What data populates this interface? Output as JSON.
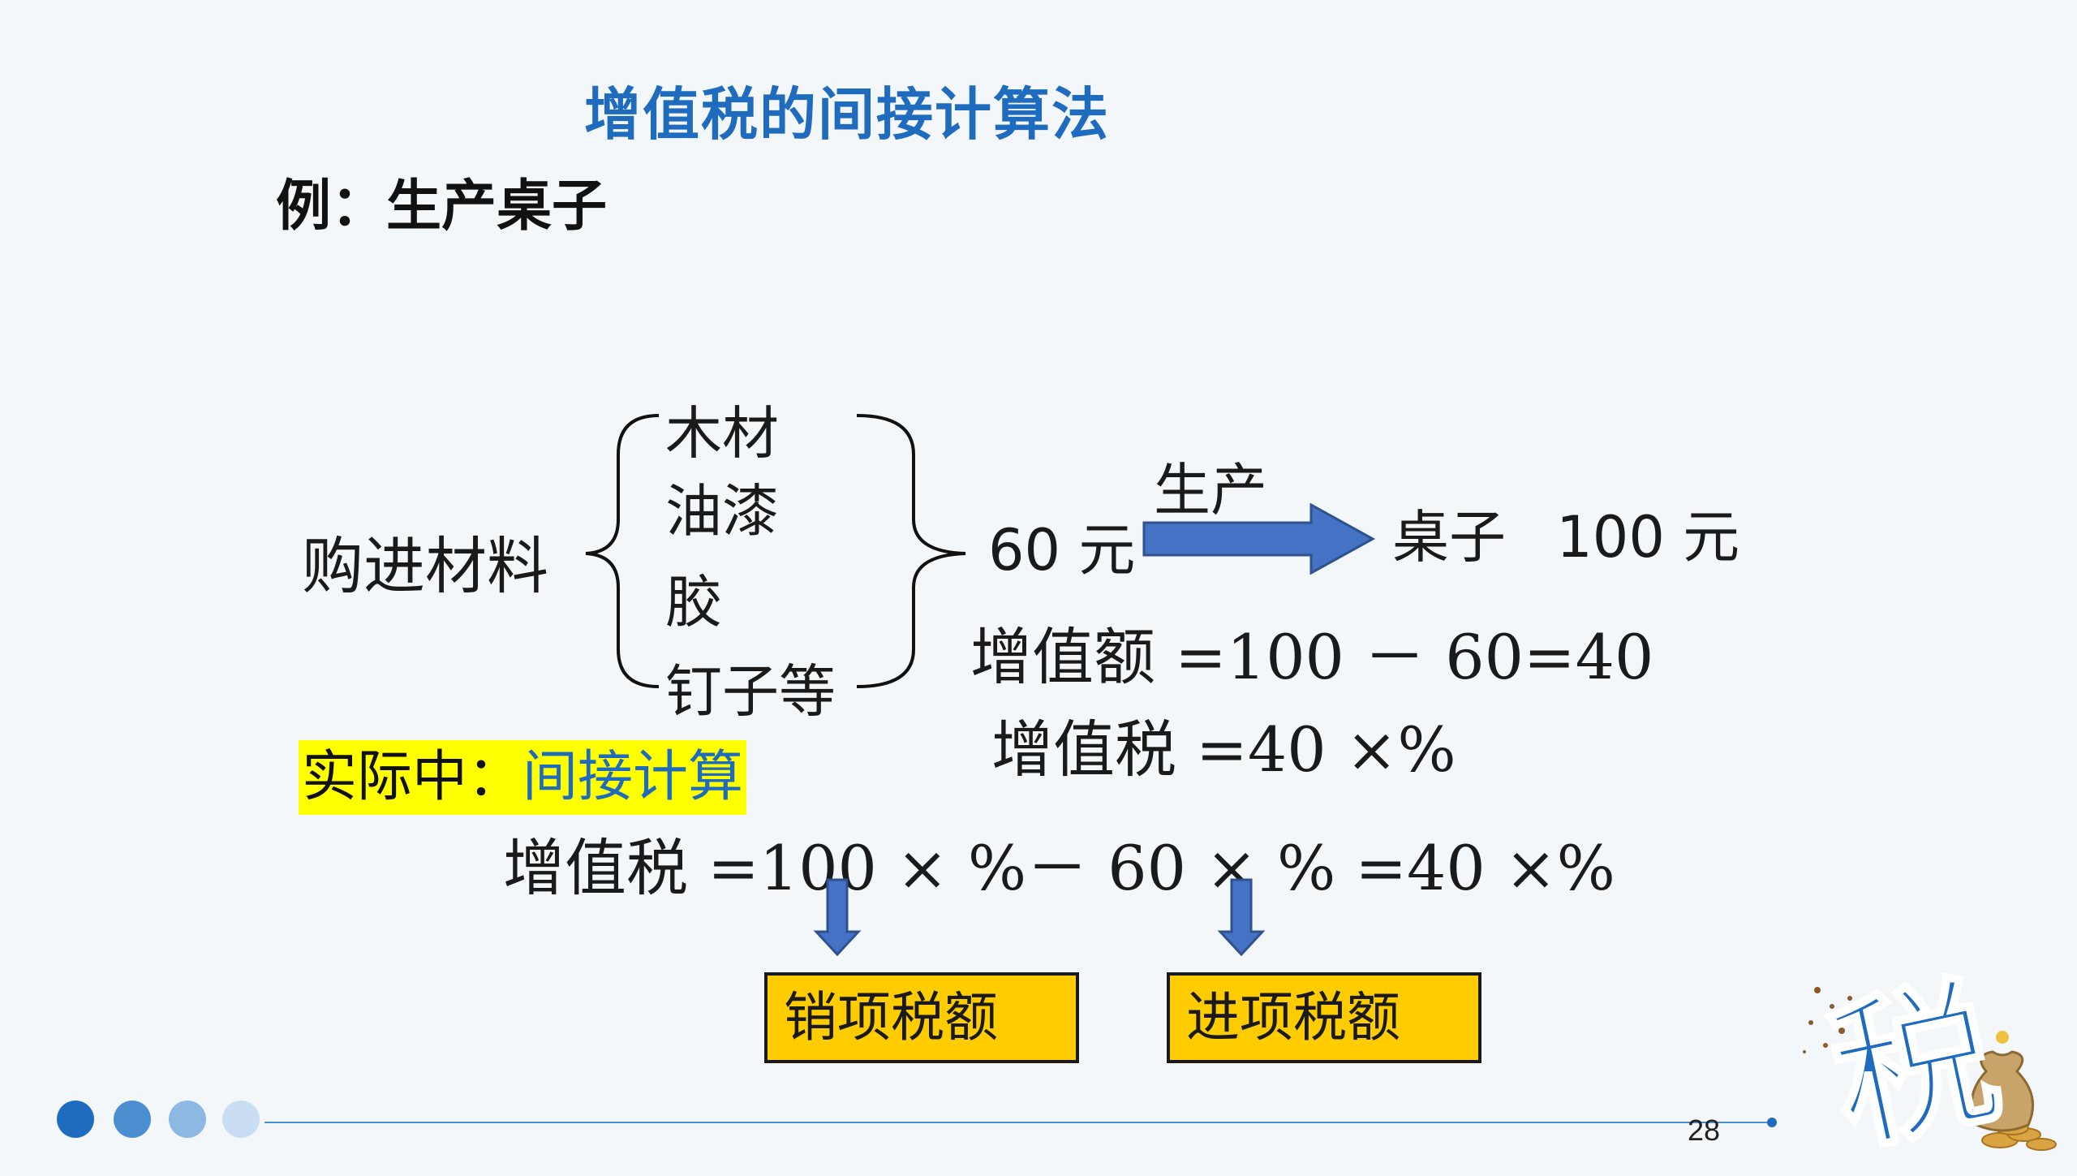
{
  "title": "增值税的间接计算法",
  "example": "例：生产桌子",
  "materials": {
    "label": "购进材料",
    "items": [
      "木材",
      "油漆",
      "胶",
      "钉子等"
    ],
    "cost": "60",
    "cost_unit": "元"
  },
  "production": {
    "label": "生产",
    "product": "桌子",
    "price": "100",
    "price_unit": "元"
  },
  "formula_value_added": "增值额 =100 － 60=40",
  "formula_vat_direct": "增值税 =40 ×%",
  "practice": {
    "prefix": "实际中：",
    "method": "间接计算"
  },
  "formula_vat_indirect": "增值税 =100 × %－ 60 × % =40 ×%",
  "boxes": {
    "output_tax": "销项税额",
    "input_tax": "进项税额"
  },
  "page_number": "28",
  "logo": {
    "text": "税",
    "icon": "money-bag-icon"
  },
  "colors": {
    "title_blue": "#1f6cbf",
    "arrow_blue": "#4472c4",
    "highlight_yellow": "#ffff00",
    "box_yellow": "#ffcc00",
    "dot_colors": [
      "#1f6cbf",
      "#4b8fd0",
      "#8db8e3",
      "#c9def2"
    ]
  }
}
